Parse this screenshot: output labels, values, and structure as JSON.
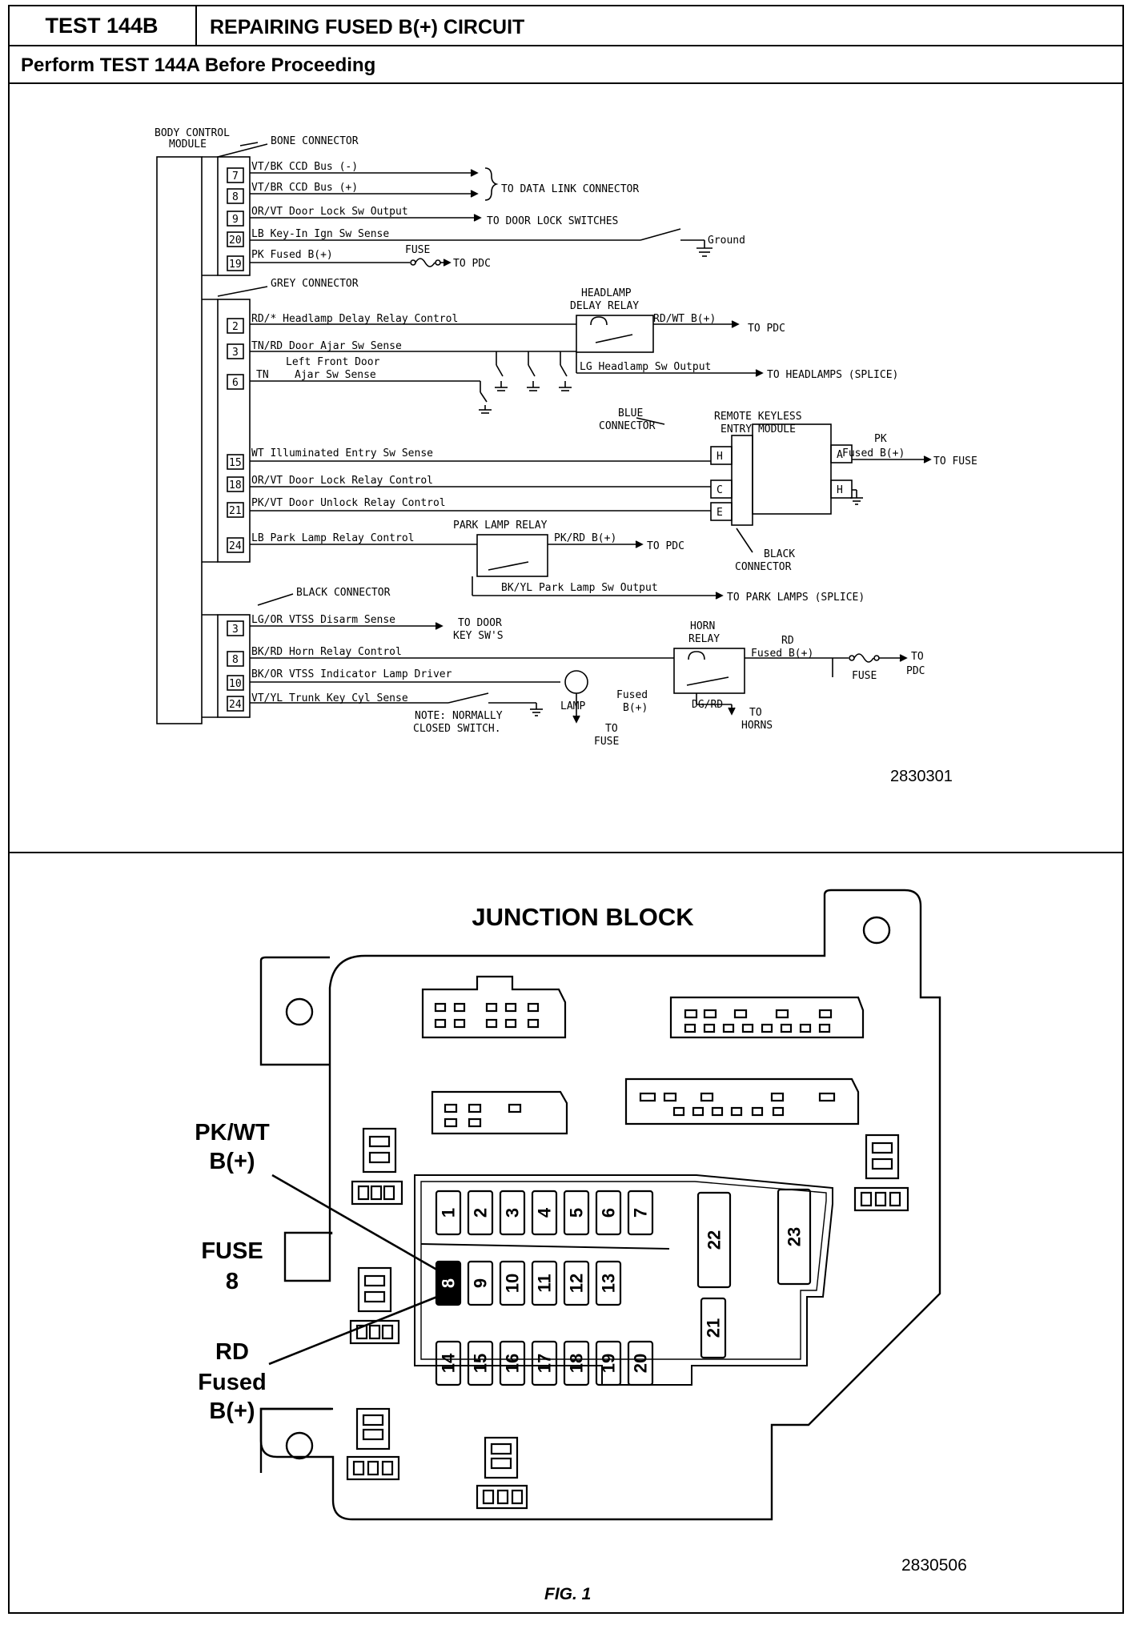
{
  "header": {
    "test_number": "TEST 144B",
    "title": "REPAIRING FUSED B(+) CIRCUIT",
    "subheader": "Perform TEST 144A Before Proceeding"
  },
  "wiring_diagram": {
    "module_label_1": "BODY CONTROL",
    "module_label_2": "MODULE",
    "bone_connector": "BONE CONNECTOR",
    "grey_connector": "GREY CONNECTOR",
    "black_connector": "BLACK CONNECTOR",
    "bone_pins": [
      {
        "pin": "7",
        "circuit": "VT/BK CCD Bus (-)"
      },
      {
        "pin": "8",
        "circuit": "VT/BR CCD Bus (+)"
      },
      {
        "pin": "9",
        "circuit": "OR/VT Door Lock Sw Output"
      },
      {
        "pin": "20",
        "circuit": "LB Key-In Ign Sw Sense"
      },
      {
        "pin": "19",
        "circuit": "PK Fused B(+)"
      }
    ],
    "grey_pins": [
      {
        "pin": "2",
        "circuit": "RD/* Headlamp Delay Relay Control"
      },
      {
        "pin": "3",
        "circuit": "TN/RD Door Ajar Sw Sense"
      },
      {
        "pin": "6",
        "circuit": "Ajar Sw Sense"
      },
      {
        "pin": "15",
        "circuit": "WT Illuminated Entry Sw Sense"
      },
      {
        "pin": "18",
        "circuit": "OR/VT Door Lock Relay Control"
      },
      {
        "pin": "21",
        "circuit": "PK/VT Door Unlock Relay Control"
      },
      {
        "pin": "24",
        "circuit": "LB Park Lamp Relay Control"
      }
    ],
    "pin6_extra_1": "Left Front Door",
    "pin6_extra_2": "TN",
    "black_pins": [
      {
        "pin": "3",
        "circuit": "LG/OR VTSS Disarm Sense"
      },
      {
        "pin": "8",
        "circuit": "BK/RD Horn Relay Control"
      },
      {
        "pin": "10",
        "circuit": "BK/OR VTSS Indicator Lamp Driver"
      },
      {
        "pin": "24",
        "circuit": "VT/YL Trunk Key Cyl Sense"
      }
    ],
    "to_data_link": "TO DATA LINK CONNECTOR",
    "to_door_lock_switches": "TO DOOR LOCK SWITCHES",
    "ground": "Ground",
    "fuse": "FUSE",
    "to_pdc": "TO PDC",
    "headlamp_relay_1": "HEADLAMP",
    "headlamp_relay_2": "DELAY RELAY",
    "rd_wt_b": "RD/WT B(+)",
    "lg_headlamp": "LG Headlamp Sw Output",
    "to_headlamps": "TO HEADLAMPS (SPLICE)",
    "blue_connector_1": "BLUE",
    "blue_connector_2": "CONNECTOR",
    "rke_1": "REMOTE KEYLESS",
    "rke_2": "ENTRY MODULE",
    "rke_pins_left": [
      "H",
      "C",
      "E"
    ],
    "rke_pins_right": [
      "A",
      "H"
    ],
    "pk": "PK",
    "fused_b": "Fused B(+)",
    "to_fuse": "TO FUSE",
    "black_conn_1": "BLACK",
    "black_conn_2": "CONNECTOR",
    "park_lamp_relay": "PARK LAMP RELAY",
    "pk_rd_b": "PK/RD B(+)",
    "bk_yl_park": "BK/YL Park Lamp Sw Output",
    "to_park_lamps": "TO PARK LAMPS (SPLICE)",
    "to_door_key_1": "TO DOOR",
    "to_door_key_2": "KEY SW'S",
    "horn_relay_1": "HORN",
    "horn_relay_2": "RELAY",
    "rd": "RD",
    "to": "TO",
    "pdc": "PDC",
    "dg_rd": "DG/RD",
    "horns": "HORNS",
    "lamp": "LAMP",
    "fused_lamp_1": "Fused",
    "fused_lamp_2": "B(+)",
    "fuse_caps": "FUSE",
    "note_1": "NOTE: NORMALLY",
    "note_2": "CLOSED SWITCH.",
    "figure_id": "2830301"
  },
  "junction_block": {
    "title": "JUNCTION BLOCK",
    "fuses_row1": [
      "1",
      "2",
      "3",
      "4",
      "5",
      "6",
      "7"
    ],
    "fuses_row2": [
      "8",
      "9",
      "10",
      "11",
      "12",
      "13"
    ],
    "fuses_row3": [
      "14",
      "15",
      "16",
      "17",
      "18",
      "19",
      "20"
    ],
    "large_fuses": [
      "22",
      "23",
      "21"
    ],
    "callout_pkwt_1": "PK/WT",
    "callout_pkwt_2": "B(+)",
    "callout_fuse_1": "FUSE",
    "callout_fuse_2": "8",
    "callout_rd_1": "RD",
    "callout_rd_2": "Fused",
    "callout_rd_3": "B(+)",
    "figure_id": "2830506",
    "caption": "FIG. 1"
  }
}
